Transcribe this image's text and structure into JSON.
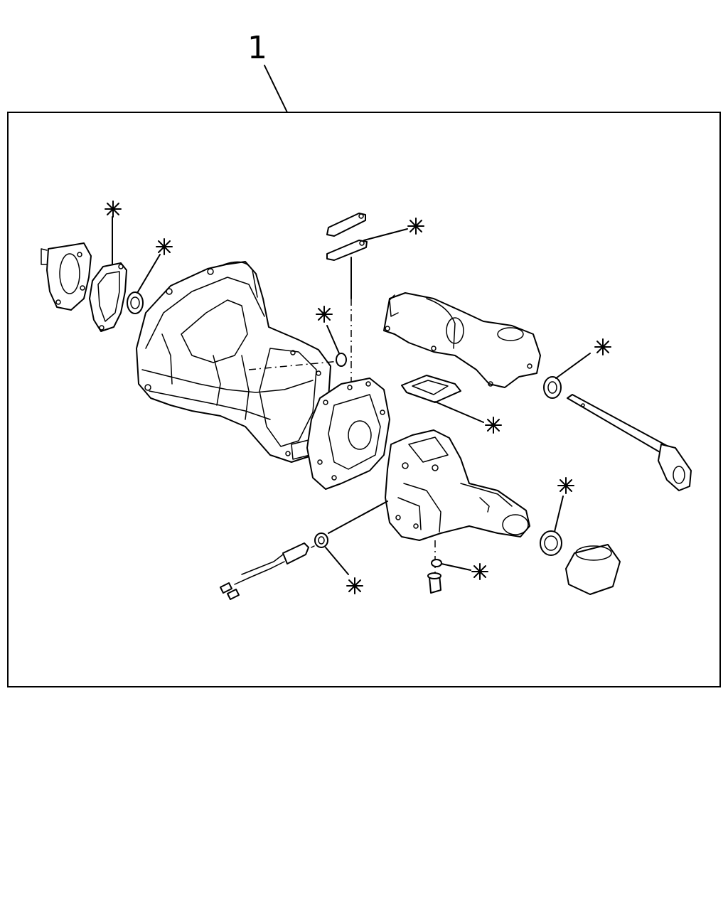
{
  "diagram": {
    "callout_number": "1",
    "asterisk_symbol": "*",
    "colors": {
      "line": "#000000",
      "background": "#ffffff"
    },
    "parts": [
      "front-bearing-retainer",
      "retainer-gasket",
      "input-bearing",
      "transmission-case",
      "oring-seal",
      "shift-links",
      "adapter-plate",
      "shift-housing",
      "shift-gasket",
      "shift-bearing",
      "shift-rod",
      "extension-housing",
      "oil-seal",
      "dust-boot",
      "sensor-washer",
      "speed-sensor",
      "drain-bolt",
      "bolt-washer"
    ]
  }
}
